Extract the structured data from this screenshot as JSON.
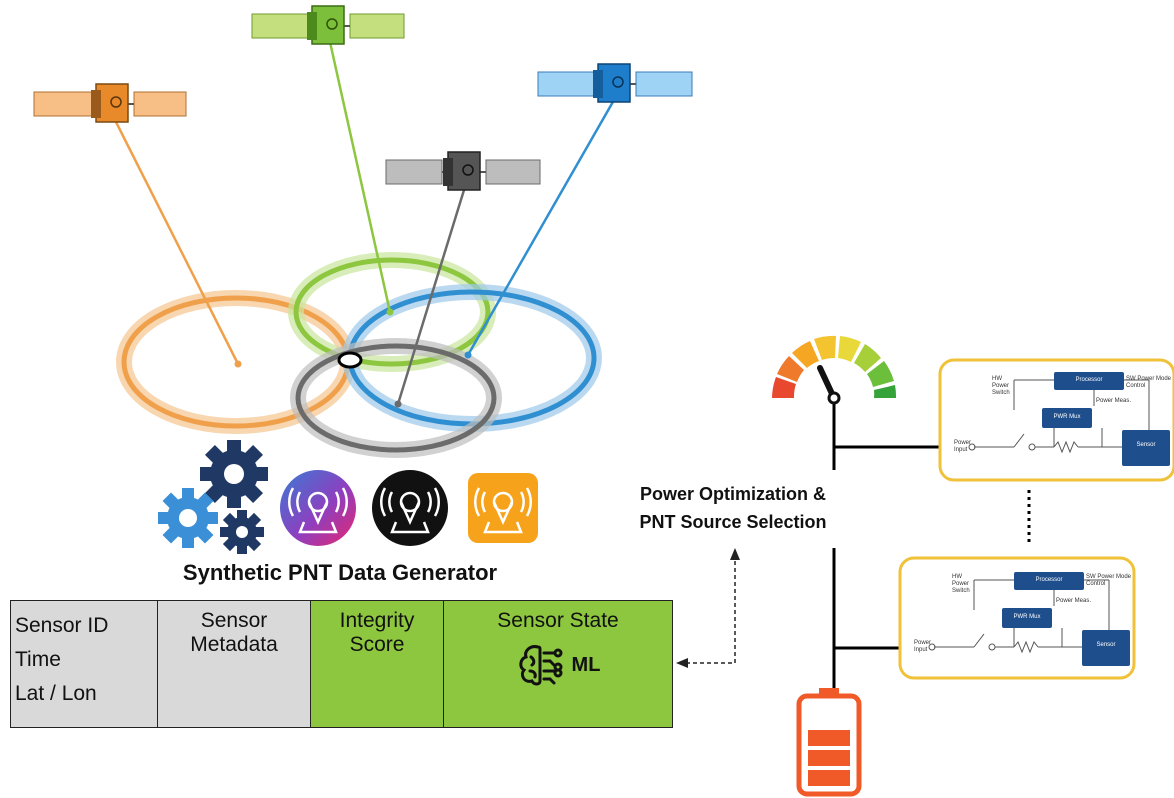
{
  "generator": {
    "title": "Synthetic PNT Data Generator"
  },
  "table": {
    "col1": [
      "Sensor ID",
      "Time",
      "Lat / Lon"
    ],
    "col2": [
      "Sensor",
      "Metadata"
    ],
    "col3": [
      "Integrity",
      "Score"
    ],
    "col4": {
      "header": "Sensor State",
      "ml_label": "ML"
    }
  },
  "optimizer": {
    "line1": "Power Optimization &",
    "line2": "PNT Source Selection"
  },
  "circuit": {
    "hw_power_switch": "HW Power Switch",
    "processor": "Processor",
    "sw_power_mode": "SW Power Mode Control",
    "power_meas": "Power Meas.",
    "pwr_mux": "PWR Mux",
    "power_input": "Power Input",
    "sensor": "Sensor"
  },
  "colors": {
    "orange": "#f0a04b",
    "green": "#8dc63f",
    "blue": "#2f8fd1",
    "gray": "#6b6b6b",
    "navy": "#1f3864",
    "box_border": "#f0c23a",
    "battery": "#f05a28"
  }
}
